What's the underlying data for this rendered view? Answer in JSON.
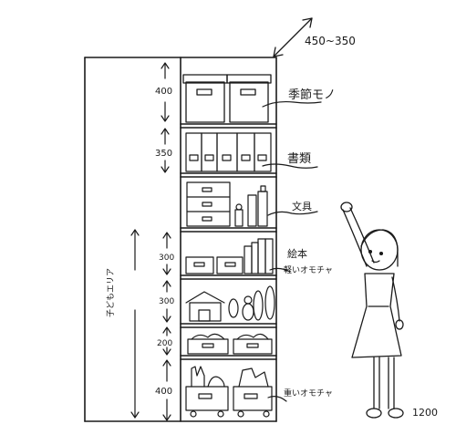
{
  "depth_dim": "450~350",
  "total_height": "1200",
  "vertical_dims": [
    "400",
    "350",
    "300",
    "300",
    "200",
    "400"
  ],
  "kids_area_label": "子どもエリア",
  "shelf_labels": {
    "seasonal": "季節モノ",
    "documents": "書類",
    "stationery": "文具",
    "picture_books_1": "絵本",
    "picture_books_2": "軽いオモチャ",
    "heavy_toys": "重いオモチャ"
  },
  "colors": {
    "ink": "#1a1a1a",
    "paper": "#ffffff"
  }
}
